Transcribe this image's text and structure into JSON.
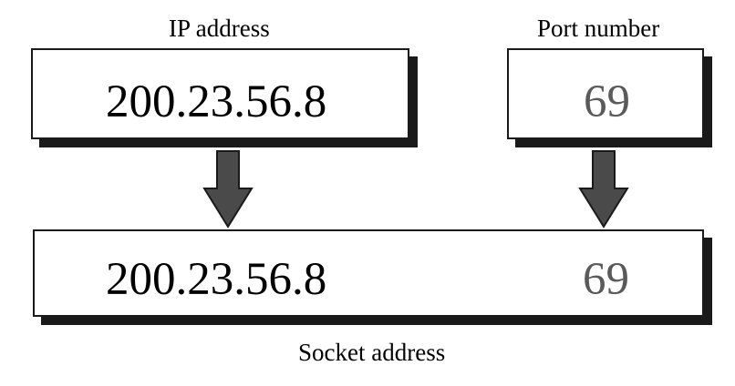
{
  "ip_box": {
    "label": "IP address",
    "value": "200.23.56.8"
  },
  "port_box": {
    "label": "Port number",
    "value": "69"
  },
  "socket_box": {
    "label": "Socket address",
    "ip_value": "200.23.56.8",
    "port_value": "69"
  },
  "colors": {
    "border": "#1a1a1a",
    "shadow": "#1a1a1a",
    "arrow_fill": "#4a4a4a",
    "port_text": "#5a5a5a",
    "text": "#000000"
  }
}
